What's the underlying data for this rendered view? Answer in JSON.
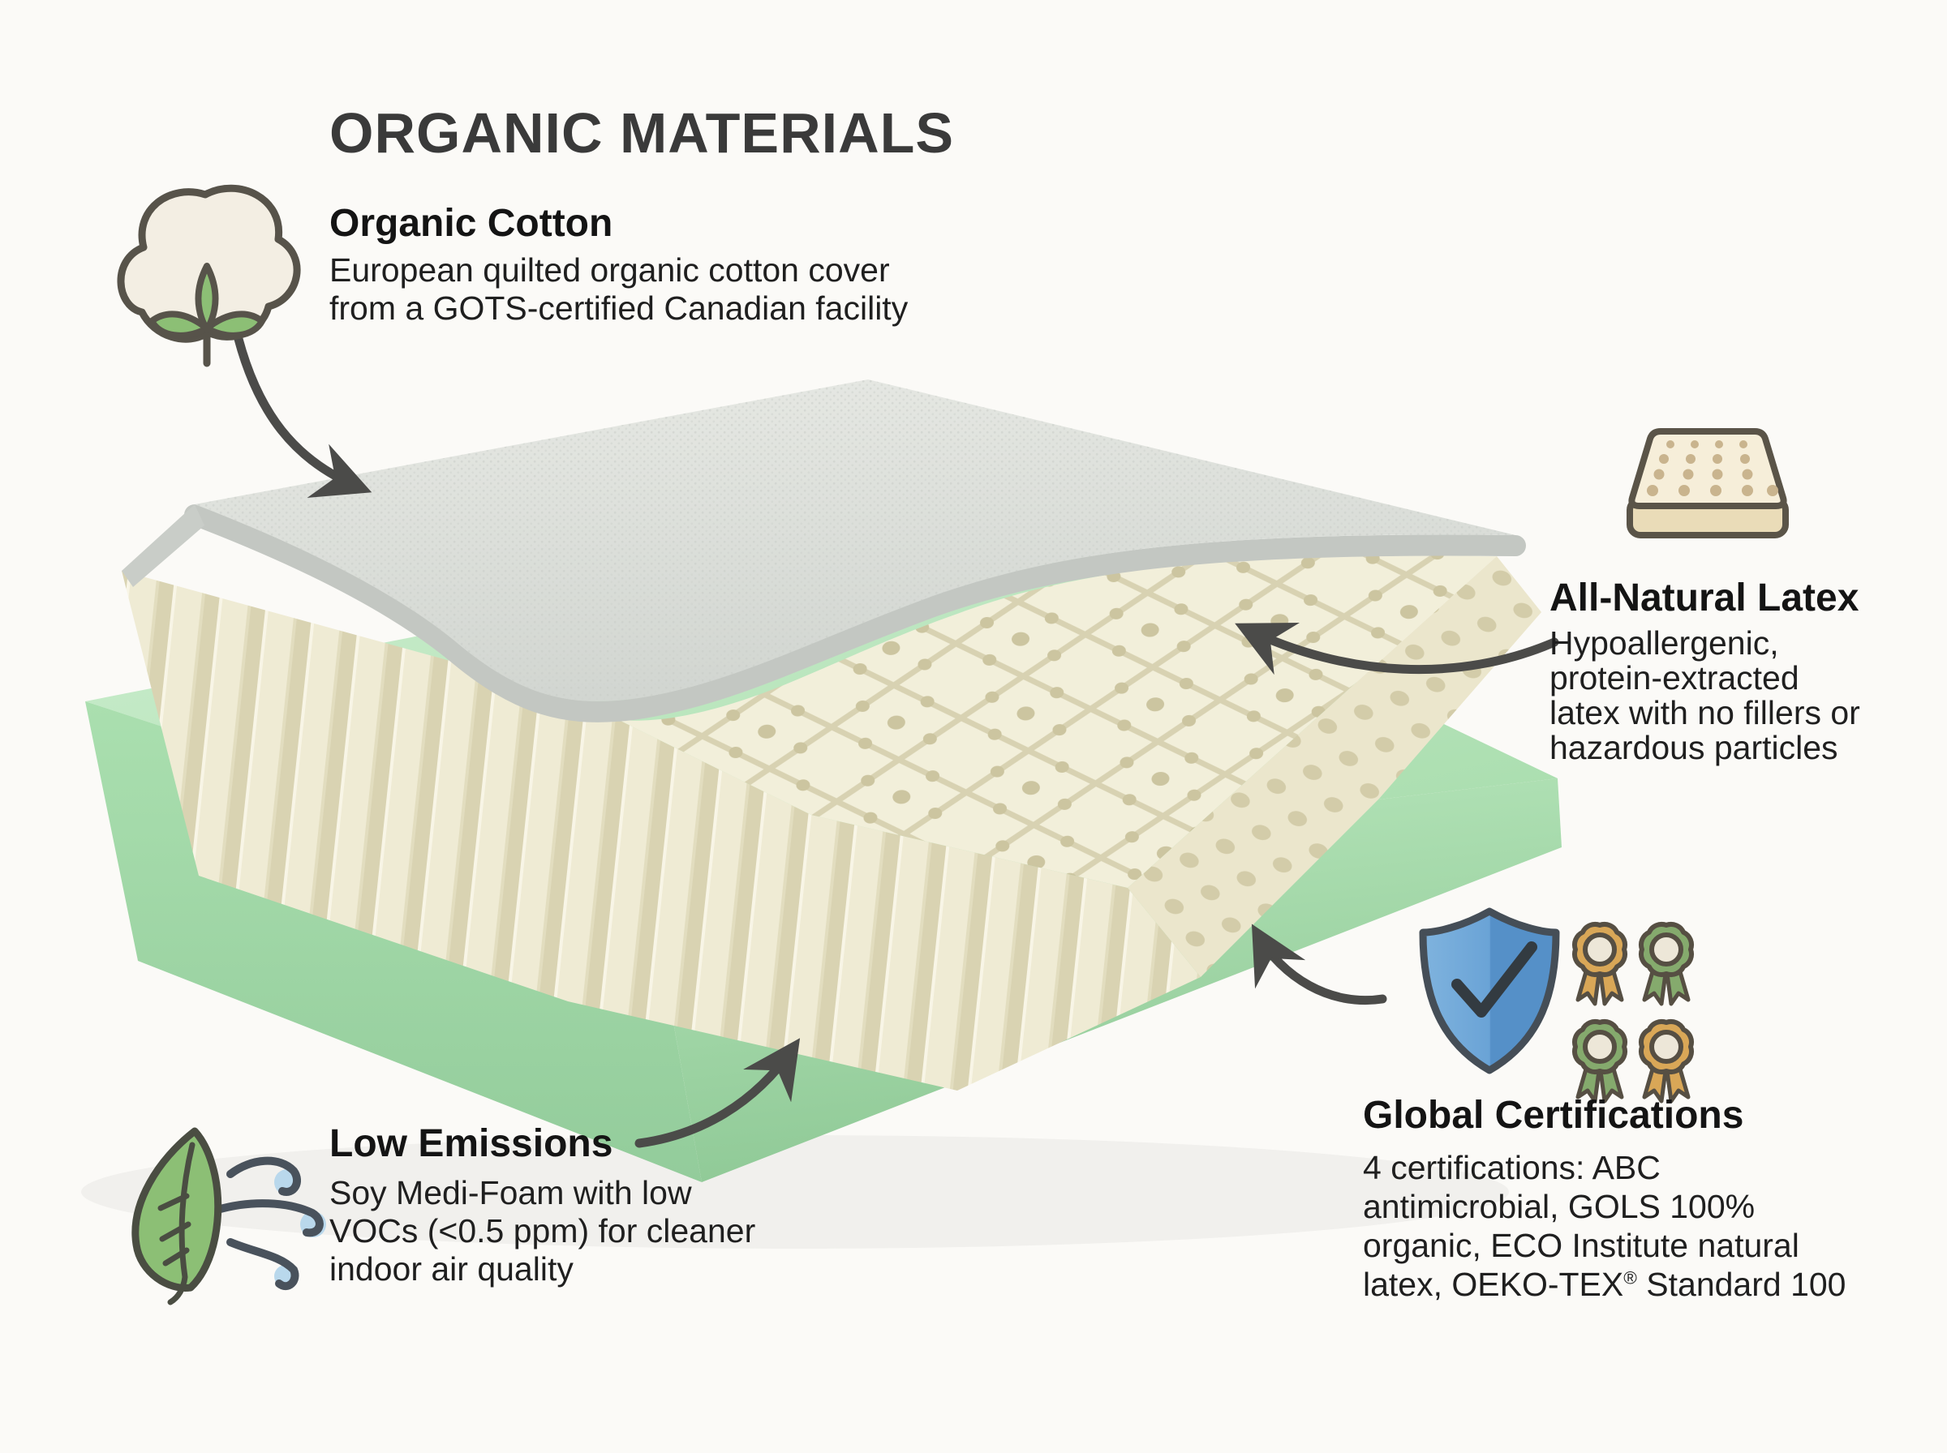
{
  "title": "ORGANIC MATERIALS",
  "sections": {
    "cotton": {
      "heading": "Organic Cotton",
      "line1": "European quilted organic cotton cover",
      "line2": "from a GOTS-certified Canadian facility",
      "icon": "cotton-boll-icon"
    },
    "latex": {
      "heading": "All-Natural Latex",
      "line1": "Hypoallergenic,",
      "line2": "protein-extracted",
      "line3": "latex with no fillers or",
      "line4": "hazardous particles",
      "icon": "latex-mattress-icon"
    },
    "certifications": {
      "heading": "Global Certifications",
      "line1": "4 certifications: ABC",
      "line2": "antimicrobial, GOLS 100%",
      "line3": "organic, ECO Institute natural",
      "line4_prefix": "latex, OEKO-TEX",
      "line4_reg": "®",
      "line4_suffix": " Standard 100",
      "icon": "shield-check-icon with ribbon-badge-icons"
    },
    "emissions": {
      "heading": "Low Emissions",
      "line1": "Soy Medi-Foam with low",
      "line2": "VOCs (<0.5 ppm) for cleaner",
      "line3": "indoor air quality",
      "icon": "leaf-wind-icon"
    }
  },
  "illustration": {
    "type": "layered mattress cutaway",
    "layers": {
      "top": "quilted cotton cover (gray)",
      "middle": "perforated natural latex blocks (cream)",
      "base": "soy foam core (green)"
    }
  },
  "colors": {
    "background": "#fbfaf7",
    "title_text": "#3a3a3a",
    "heading_text": "#141414",
    "body_text": "#1f1f1f",
    "arrow": "#4b4b49",
    "cover_gray": "#dcdfda",
    "cover_edge": "#c3c7c2",
    "latex_cream": "#f2efda",
    "latex_hole": "#ccc5a0",
    "foam_green_light": "#b7e6bb",
    "foam_green_dark": "#8fc996",
    "shield_blue": "#5f9fd4",
    "badge_orange": "#d9a757",
    "badge_green": "#85aa6d",
    "badge_inner": "#ede7d8",
    "leaf_green": "#8cbf75",
    "wind_blue": "#b9d8ec",
    "cotton_cream": "#f3eee3",
    "outline_dark": "#57534a"
  }
}
